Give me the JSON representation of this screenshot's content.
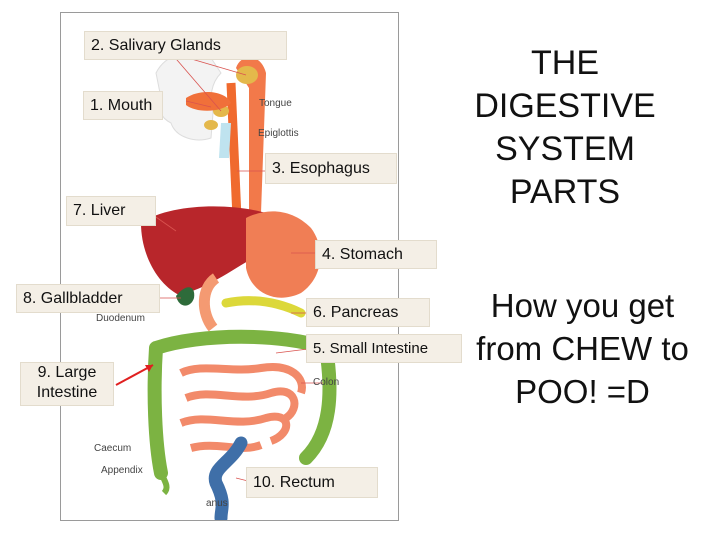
{
  "title": [
    "THE",
    "DIGESTIVE",
    "SYSTEM",
    "PARTS"
  ],
  "subtitle": [
    "How you get",
    "from CHEW to",
    "POO! =D"
  ],
  "labels": {
    "salivary_glands": "2. Salivary Glands",
    "mouth": "1. Mouth",
    "esophagus": "3. Esophagus",
    "liver": "7. Liver",
    "stomach": "4. Stomach",
    "gallbladder": "8. Gallbladder",
    "pancreas": "6. Pancreas",
    "small_intestine": "5. Small Intestine",
    "large_intestine": "9. Large\nIntestine",
    "rectum": "10. Rectum"
  },
  "small_labels": {
    "tongue": "Tongue",
    "epiglottis": "Epiglottis",
    "duodenum": "Duodenum",
    "colon": "Colon",
    "caecum": "Caecum",
    "appendix": "Appendix",
    "anus": "anus"
  }
}
